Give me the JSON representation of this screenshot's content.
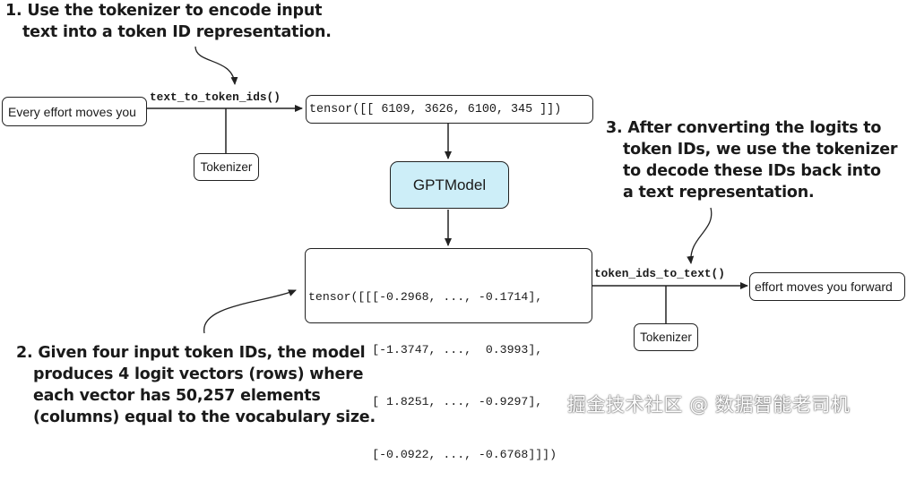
{
  "notes": {
    "n1": [
      "1. Use the tokenizer to encode input",
      "text into a token ID representation."
    ],
    "n2": [
      "2. Given four input token IDs, the model",
      "produces 4 logit vectors (rows) where",
      "each vector has 50,257 elements",
      "(columns) equal to the vocabulary size."
    ],
    "n3": [
      "3. After converting the logits to",
      "token IDs, we use the tokenizer",
      "to decode these IDs back into",
      "a text representation."
    ]
  },
  "nodes": {
    "input_text": "Every effort moves you",
    "token_tensor": "tensor([[ 6109, 3626, 6100, 345 ]])",
    "tokenizer_1": "Tokenizer",
    "model": "GPTModel",
    "logits_lines": [
      "tensor([[[-0.2968, ..., -0.1714],",
      "         [-1.3747, ...,  0.3993],",
      "         [ 1.8251, ..., -0.9297],",
      "         [-0.0922, ..., -0.6768]]])"
    ],
    "output_text": "effort moves you forward",
    "tokenizer_2": "Tokenizer"
  },
  "functions": {
    "encode": "text_to_token_ids()",
    "decode": "token_ids_to_text()"
  },
  "watermark": "掘金技术社区 @ 数据智能老司机",
  "colors": {
    "model_fill": "#cdeef8",
    "stroke": "#222222"
  }
}
